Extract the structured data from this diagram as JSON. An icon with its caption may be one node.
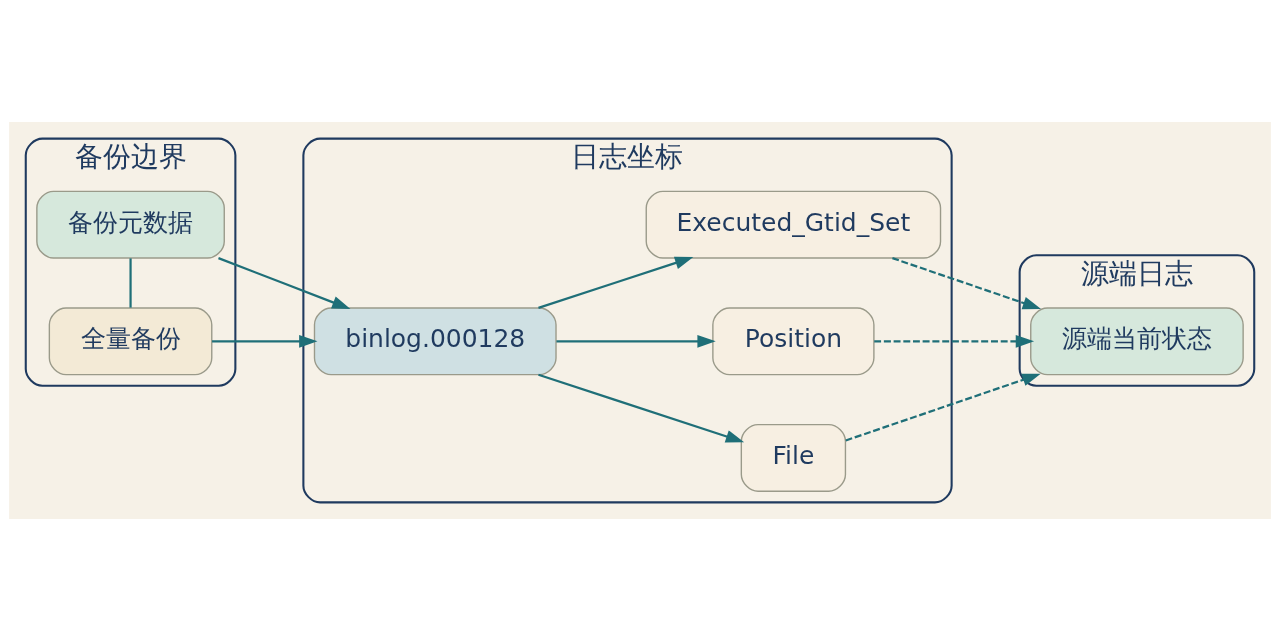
{
  "diagram": {
    "nodes": [
      {
        "text": [
          "备份边界"
        ]
      },
      {
        "text": [
          "全量备份"
        ],
        "in": 0
      },
      {
        "text": [
          "备份元数据"
        ],
        "in": 0
      },
      {
        "text": [
          "日志坐标"
        ]
      },
      {
        "text": [
          "binlog.000128"
        ],
        "in": 3
      },
      {
        "text": [
          "File"
        ],
        "in": 3
      },
      {
        "text": [
          "Position"
        ],
        "in": 3
      },
      {
        "text": [
          "Executed_Gtid_Set"
        ],
        "in": 3
      },
      {
        "text": [
          "源端日志"
        ]
      },
      {
        "text": [
          "源端当前状态"
        ],
        "in": 8
      }
    ],
    "edges": [
      {
        "from": 1,
        "to": 2,
        "arrow": "none"
      },
      {
        "from": 1,
        "to": 4,
        "arrow": "to"
      },
      {
        "from": 2,
        "to": 4,
        "arrow": "to"
      },
      {
        "from": 4,
        "to": 5,
        "arrow": "to"
      },
      {
        "from": 4,
        "to": 6,
        "arrow": "to"
      },
      {
        "from": 4,
        "to": 7,
        "arrow": "to"
      },
      {
        "from": 5,
        "to": 9,
        "arrow": "to",
        "style": "dashed"
      },
      {
        "from": 6,
        "to": 9,
        "arrow": "to",
        "style": "dashed"
      },
      {
        "from": 7,
        "to": 9,
        "arrow": "to",
        "style": "dashed"
      }
    ]
  }
}
